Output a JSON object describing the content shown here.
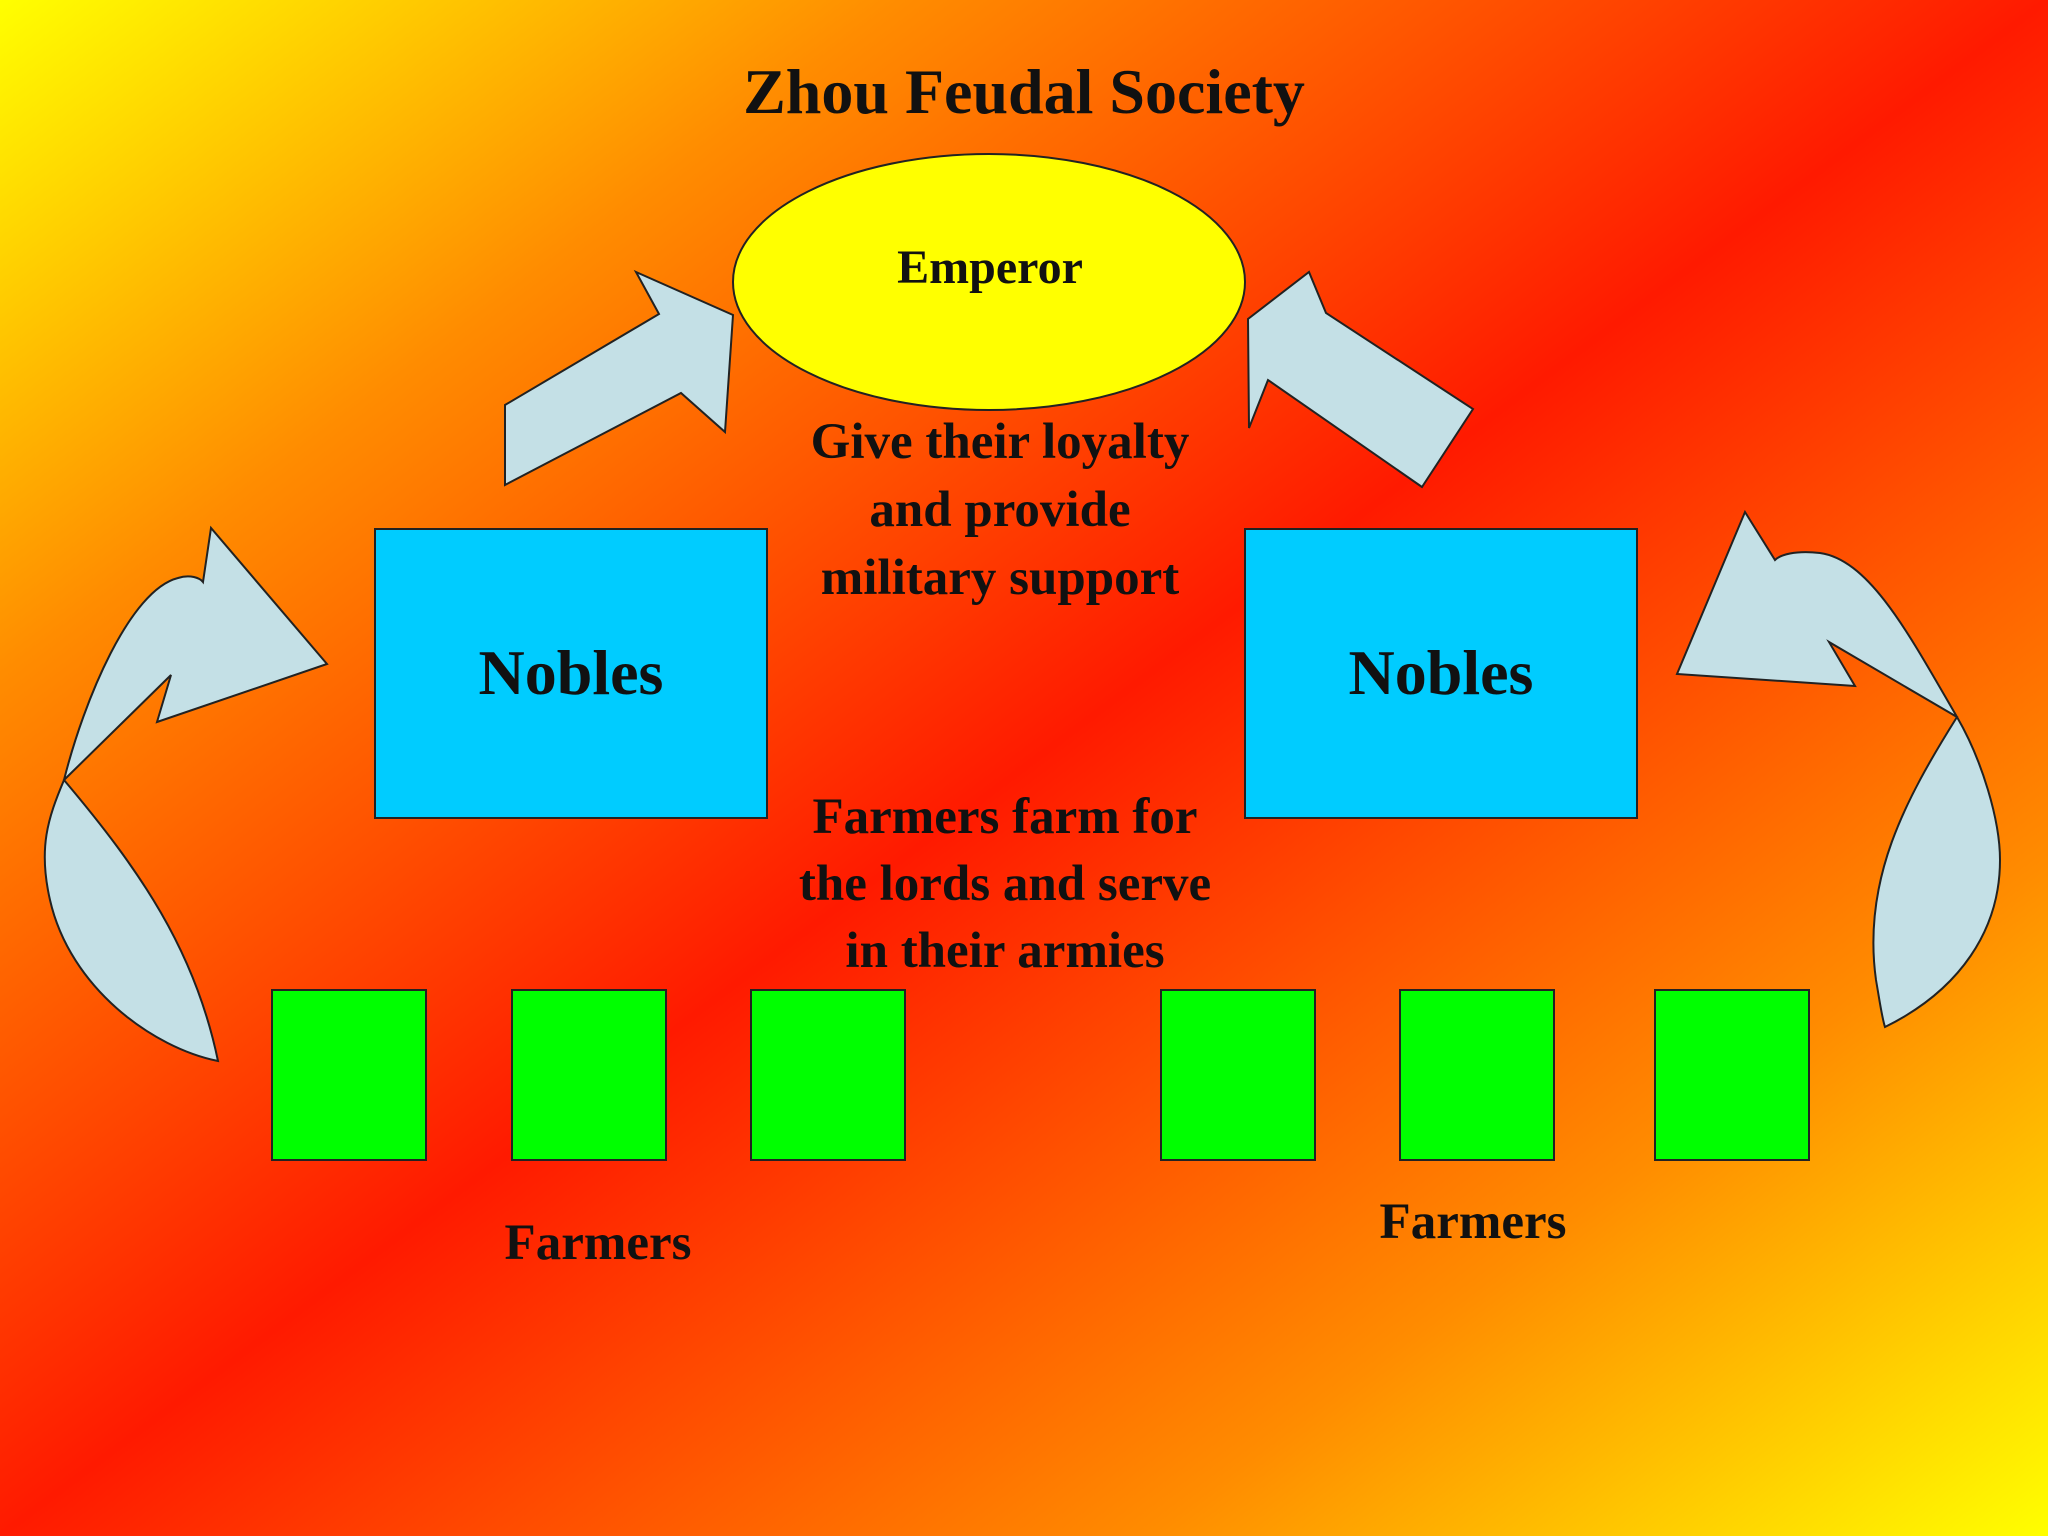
{
  "diagram": {
    "title": "Zhou Feudal Society",
    "emperor": "Emperor",
    "nobles_left": "Nobles",
    "nobles_right": "Nobles",
    "loyalty_note": "Give their loyalty\nand provide\nmilitary support",
    "farm_note": "Farmers farm for\nthe lords and serve\nin their armies",
    "farmers_left": "Farmers",
    "farmers_right": "Farmers"
  },
  "colors": {
    "background_gradient": [
      "#ffff00",
      "#ff8c00",
      "#ff1a00",
      "#ff8c00",
      "#ffff00"
    ],
    "emperor_fill": "#ffff00",
    "nobles_fill": "#00ccff",
    "farmer_fill": "#00ff00",
    "arrow_fill": "#c4e0e6",
    "text": "#111111"
  }
}
